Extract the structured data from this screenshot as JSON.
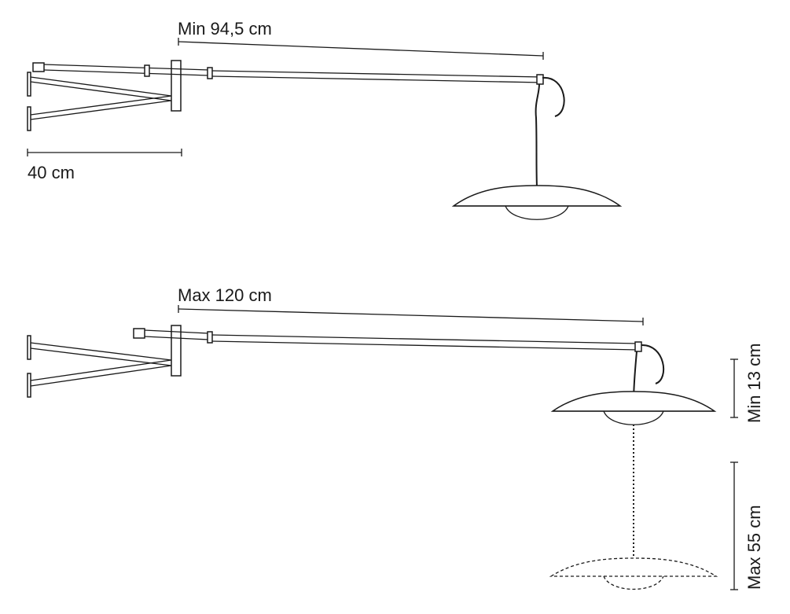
{
  "labels": {
    "min_length": "Min 94,5 cm",
    "bracket_depth": "40 cm",
    "max_length": "Max 120 cm",
    "min_height": "Min 13 cm",
    "max_height": "Max 55 cm"
  },
  "colors": {
    "line": "#1a1a1a",
    "background": "#ffffff"
  }
}
